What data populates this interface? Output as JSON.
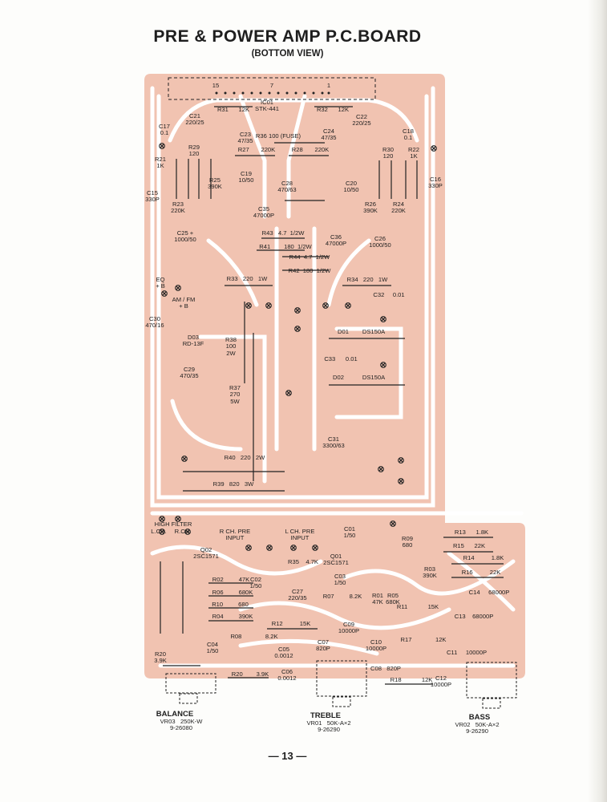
{
  "header": {
    "title": "PRE & POWER AMP P.C.BOARD",
    "subtitle": "(BOTTOM VIEW)"
  },
  "footer": {
    "page_number": "— 13 —"
  },
  "colors": {
    "board": "#f1c3b1",
    "trace": "#ffffff",
    "ink": "#1e1e1e"
  },
  "board": {
    "labels": [
      "15",
      "7",
      "1",
      "R31      12K",
      "IC01\nSTK-441",
      "R32      12K",
      "C21\n220/25",
      "C17\n0.1",
      "C23\n47/35",
      "C24\n47/35",
      "C22\n220/25",
      "C18\n0.1",
      "R36 100 (FUSE)",
      "R29\n120",
      "R30\n120",
      "R22\n1K",
      "R27       220K",
      "R28       220K",
      "R21\n1K",
      "R25\n390K",
      "C19\n10/50",
      "C20\n10/50",
      "C16\n330P",
      "C28\n470/63",
      "C15\n330P",
      "R23\n220K",
      "R26\n390K",
      "R24\n220K",
      "C35\n47000P",
      "C25 +\n1000/50",
      "R43   4.7  1/2W",
      "R41        180  1/2W",
      "C36\n47000P",
      "C26\n1000/50",
      "R44  4.7  1/2W",
      "R42  180  1/2W",
      "EQ\n+ B",
      "R33   220   1W",
      "R34   220   1W",
      "AM / FM\n+ B",
      "C32     0.01",
      "C30\n470/16",
      "D03\nRD-13F",
      "R38\n100\n2W",
      "D01",
      "DS150A",
      "C33      0.01",
      "D02",
      "DS150A",
      "C29\n470/35",
      "R37\n270\n5W",
      "C31\n3300/63",
      "R40   220   2W",
      "R39   820   3W",
      "HIGH FILTER",
      "L.CH.",
      "R.CH.",
      "R CH. PRE\nINPUT",
      "L CH. PRE\nINPUT",
      "C01\n1/50",
      "Q02\n2SC1571",
      "Q01\n2SC1571",
      "R09\n680",
      "R13      1.8K",
      "R15      22K",
      "R14          1.8K",
      "R16          22K",
      "R35    4.7K",
      "C02\n1/50",
      "R03\n390K",
      "C03\n1/50",
      "R02         47K",
      "R01\n47K",
      "R05\n680K",
      "R06         680K",
      "C27\n220/35",
      "R07         8.2K",
      "C14     68000P",
      "R10         680",
      "R11            15K",
      "R04         390K",
      "C13    68000P",
      "R12          15K",
      "C09\n10000P",
      "R08              8.2K",
      "C04\n1/50",
      "C07\n820P",
      "C10\n10000P",
      "R17              12K",
      "C05\n0.0012",
      "C11     10000P",
      "R20\n3.9K",
      "C08   820P",
      "R20        3.9K",
      "C06\n0.0012",
      "R18            12K",
      "C12\n10000P",
      "BALANCE",
      "VR03   250K-W\n9-26080",
      "TREBLE",
      "VR01   50K-A×2\n9-26290",
      "BASS",
      "VR02   50K-A×2\n9-26290"
    ]
  }
}
